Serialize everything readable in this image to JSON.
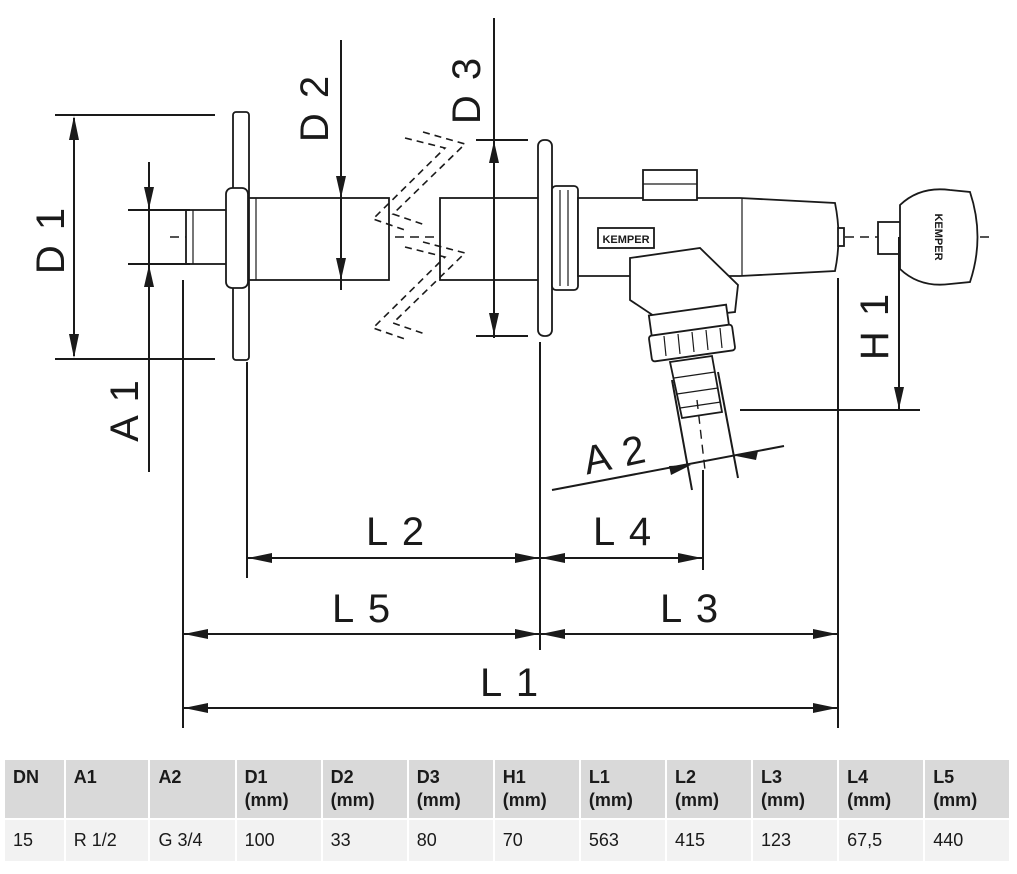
{
  "drawing": {
    "labels": {
      "d1": "D 1",
      "d2": "D 2",
      "d3": "D 3",
      "a1": "A 1",
      "a2": "A 2",
      "h1": "H 1",
      "l1": "L 1",
      "l2": "L 2",
      "l3": "L 3",
      "l4": "L 4",
      "l5": "L 5",
      "brand_body": "KEMPER",
      "brand_key": "KEMPER"
    }
  },
  "table": {
    "headers": [
      {
        "name": "DN",
        "unit": ""
      },
      {
        "name": "A1",
        "unit": ""
      },
      {
        "name": "A2",
        "unit": ""
      },
      {
        "name": "D1",
        "unit": "(mm)"
      },
      {
        "name": "D2",
        "unit": "(mm)"
      },
      {
        "name": "D3",
        "unit": "(mm)"
      },
      {
        "name": "H1",
        "unit": "(mm)"
      },
      {
        "name": "L1",
        "unit": "(mm)"
      },
      {
        "name": "L2",
        "unit": "(mm)"
      },
      {
        "name": "L3",
        "unit": "(mm)"
      },
      {
        "name": "L4",
        "unit": "(mm)"
      },
      {
        "name": "L5",
        "unit": "(mm)"
      }
    ],
    "rows": [
      [
        "15",
        "R 1/2",
        "G 3/4",
        "100",
        "33",
        "80",
        "70",
        "563",
        "415",
        "123",
        "67,5",
        "440"
      ]
    ]
  }
}
